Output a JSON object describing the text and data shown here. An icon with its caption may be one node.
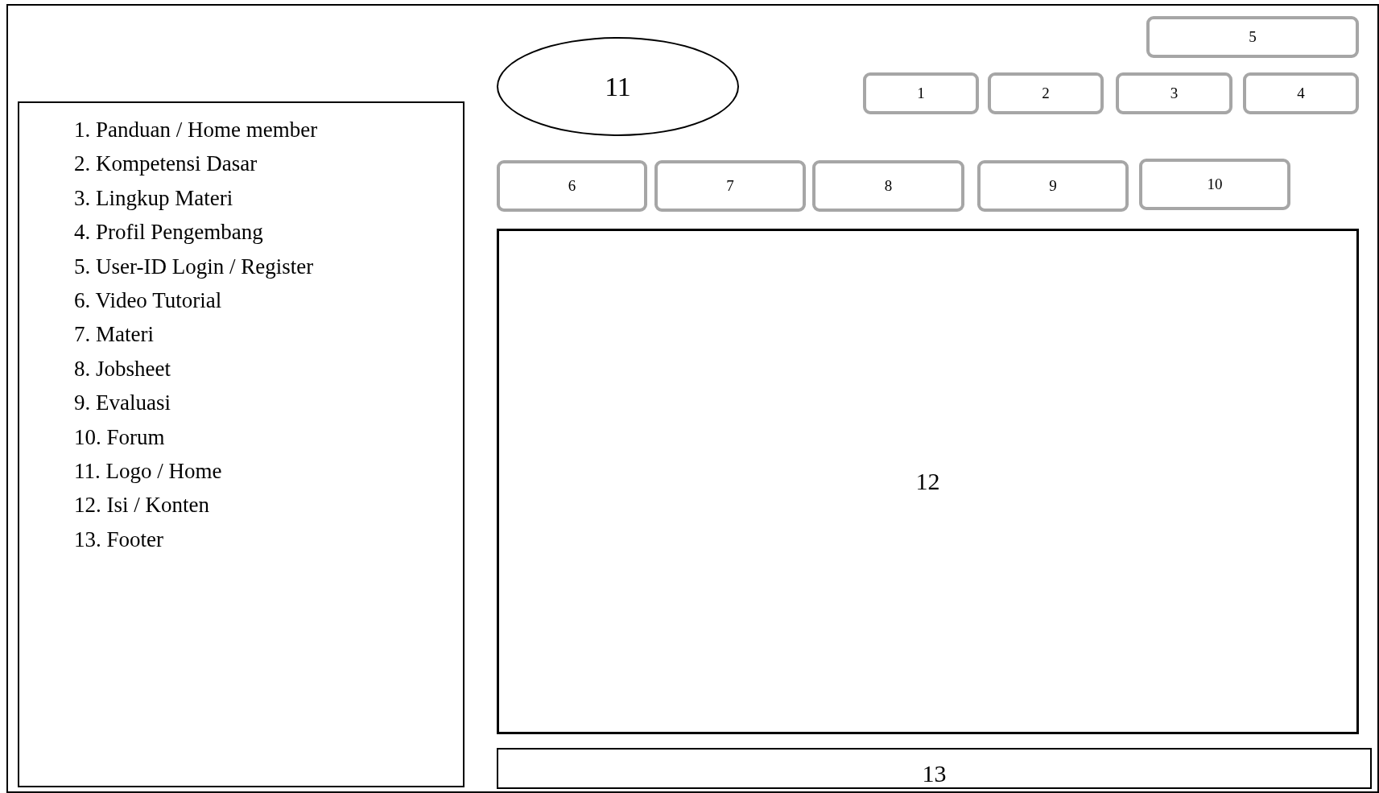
{
  "diagram": {
    "nodes": [
      {
        "text": [
          "11"
        ]
      },
      {
        "text": [
          "5"
        ]
      },
      {
        "text": [
          "1"
        ]
      },
      {
        "text": [
          "2"
        ]
      },
      {
        "text": [
          "3"
        ]
      },
      {
        "text": [
          "4"
        ]
      },
      {
        "text": [
          "1. Panduan / Home member",
          "2. Kompetensi Dasar",
          "3. Lingkup Materi",
          "4. Profil Pengembang",
          "5. User-ID Login / Register",
          "6. Video Tutorial",
          "7. Materi",
          "8. Jobsheet",
          "9. Evaluasi",
          "10. Forum",
          "11. Logo / Home",
          "12. Isi / Konten",
          "13. Footer"
        ]
      },
      {
        "text": [
          "6"
        ]
      },
      {
        "text": [
          "7"
        ]
      },
      {
        "text": [
          "8"
        ]
      },
      {
        "text": [
          "9"
        ]
      },
      {
        "text": [
          "10"
        ]
      },
      {
        "text": [
          "12"
        ]
      },
      {
        "text": [
          "13"
        ]
      }
    ],
    "edges": []
  }
}
